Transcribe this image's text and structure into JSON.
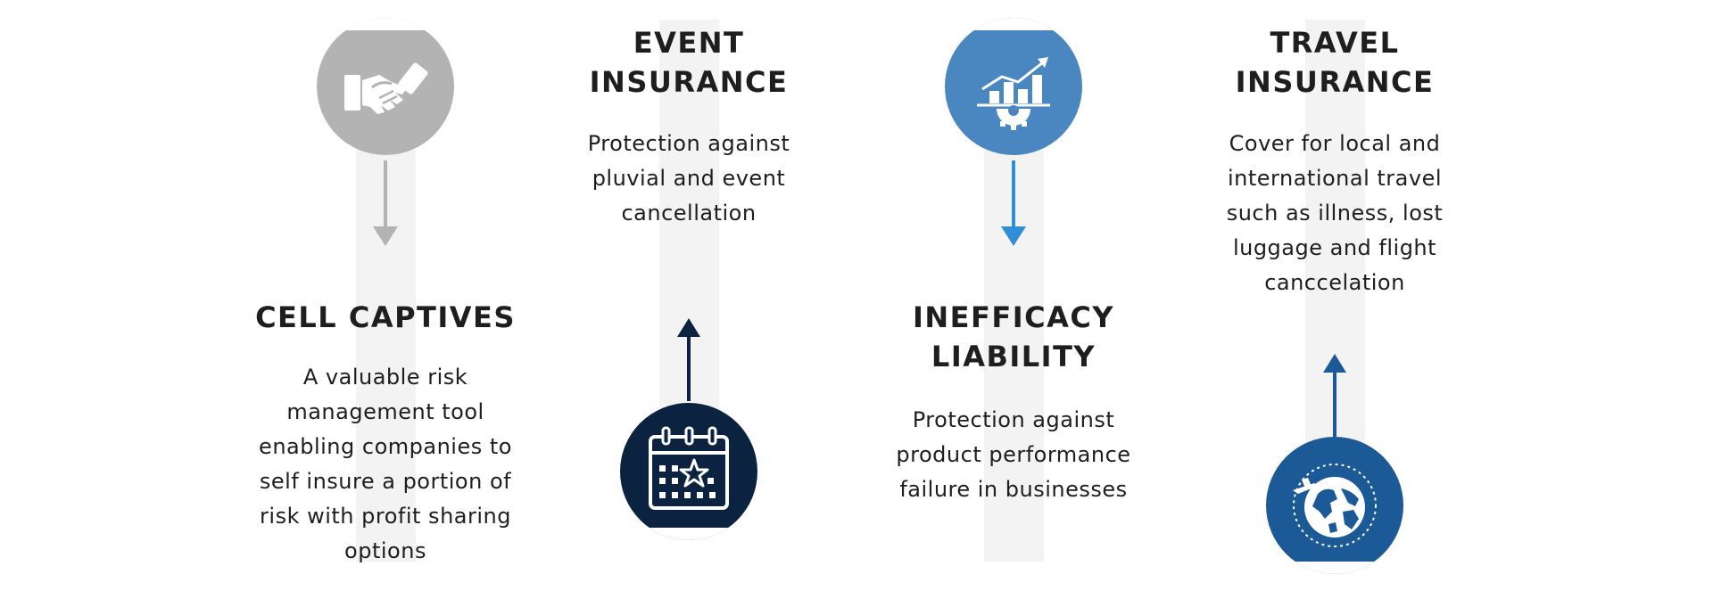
{
  "colors": {
    "cell_captives": "#b3b3b3",
    "event_insurance": "#0b2340",
    "inefficacy_liability": "#4a86c0",
    "travel_insurance": "#1b5a96",
    "inefficacy_arrow": "#2f8fd6",
    "strip": "#f3f3f3",
    "text": "#1e1e1e"
  },
  "items": [
    {
      "title": "CELL CAPTIVES",
      "description": "A valuable risk management tool enabling companies to self insure a portion of risk with profit sharing options",
      "icon": "handshake-icon"
    },
    {
      "title": "EVENT INSURANCE",
      "description": "Protection against pluvial and event cancellation",
      "icon": "calendar-icon"
    },
    {
      "title": "INEFFICACY LIABILITY",
      "description": "Protection against product performance failure in businesses",
      "icon": "growth-chart-gear-icon"
    },
    {
      "title": "TRAVEL INSURANCE",
      "description": "Cover for local and international travel such as illness, lost luggage and flight canccelation",
      "icon": "globe-plane-icon"
    }
  ]
}
